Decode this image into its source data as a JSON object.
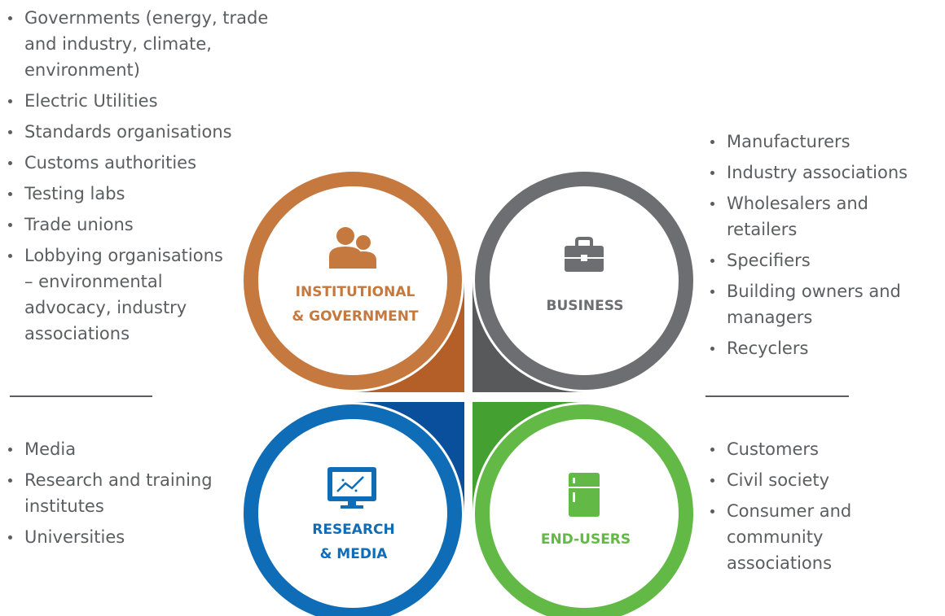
{
  "quadrants": {
    "institutional": {
      "title_line1": "INSTITUTIONAL",
      "title_line2": "& GOVERNMENT",
      "color": "#c5793f",
      "icon": "people-icon",
      "items": [
        "Governments (energy, trade and industry, climate, environment)",
        "Electric Utilities",
        "Standards organisations",
        "Customs authorities",
        "Testing labs",
        "Trade unions",
        "Lobbying organisations – environmental advocacy, industry associations"
      ]
    },
    "business": {
      "title": "BUSINESS",
      "color": "#6d6e71",
      "icon": "briefcase-icon",
      "items": [
        "Manufacturers",
        "Industry associations",
        "Wholesalers and retailers",
        "Specifiers",
        "Building owners and managers",
        "Recyclers"
      ]
    },
    "research": {
      "title_line1": "RESEARCH",
      "title_line2": "& MEDIA",
      "color": "#0f6db7",
      "icon": "monitor-chart-icon",
      "items": [
        "Media",
        "Research and training institutes",
        "Universities"
      ]
    },
    "endusers": {
      "title": "END-USERS",
      "color": "#62b946",
      "icon": "refrigerator-icon",
      "items": [
        "Customers",
        "Civil society",
        "Consumer and community associations"
      ]
    }
  }
}
